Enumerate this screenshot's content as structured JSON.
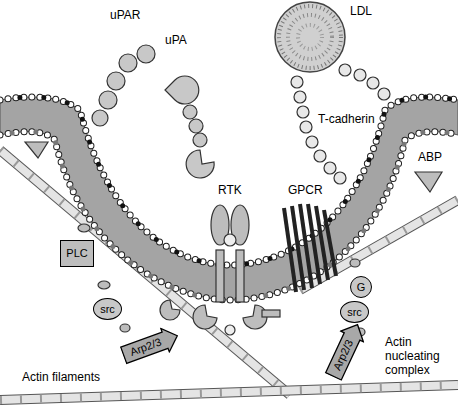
{
  "diagram": {
    "nodes": [
      {
        "text": [
          "PLC"
        ]
      },
      {
        "text": [
          "src"
        ]
      },
      {
        "text": [
          "Arp2/3"
        ]
      },
      {
        "text": [
          "G"
        ]
      },
      {
        "text": [
          "src"
        ]
      },
      {
        "text": [
          "Arp2/3"
        ]
      }
    ],
    "labels": [
      "uPAR",
      "uPA",
      "LDL",
      "T-cadherin",
      "RTK",
      "GPCR",
      "ABP",
      "Actin nucleating complex",
      "Actin filaments"
    ]
  }
}
